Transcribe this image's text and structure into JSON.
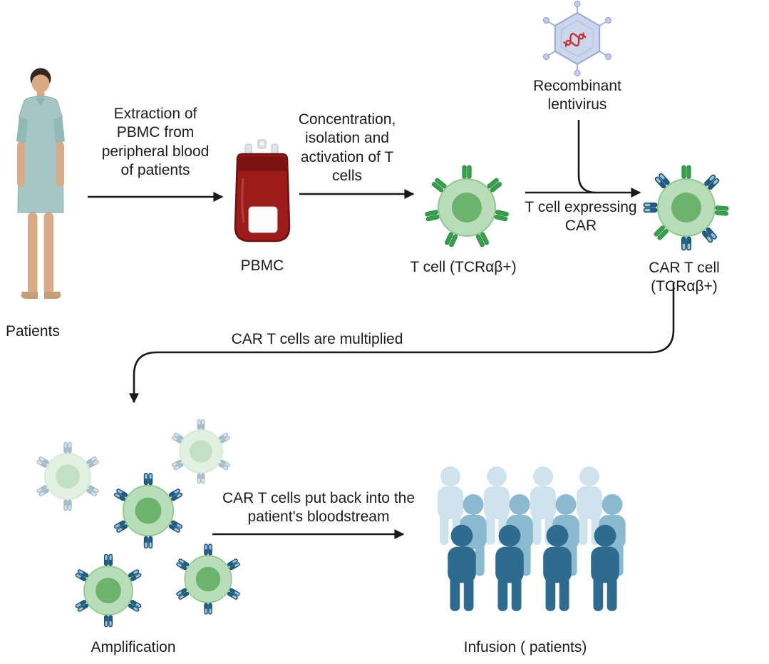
{
  "figure": {
    "type": "process-diagram",
    "topic": "CAR T cell therapy workflow"
  },
  "labels": {
    "patients": "Patients",
    "extraction_step": "Extraction of\nPBMC from\nperipheral blood\nof patients",
    "pbmc": "PBMC",
    "isolation_step": "Concentration,\nisolation and\nactivation of T\ncells",
    "t_cell": "T cell (TCRαβ+)",
    "recombinant_lentivirus": "Recombinant\nlentivirus",
    "t_cell_expressing_car": "T cell expressing\nCAR",
    "car_t_cell": "CAR T cell (TCRαβ+)",
    "multiplied_step": "CAR T cells are multiplied",
    "put_back_step": "CAR T cells put back into the\npatient's bloodstream",
    "amplification": "Amplification",
    "infusion": "Infusion ( patients)"
  },
  "icons": {
    "patient-figure": "standing patient wearing hospital gown",
    "blood-bag-icon": "red blood collection bag with white label",
    "t-cell-icon": "green T cell with green TCR receptor pairs",
    "lentivirus-icon": "hexagonal lentivirus capsid with red RNA and spikes",
    "car-t-cell-icon": "T cell with green TCR and blue CAR receptor pairs",
    "amplification-cells-icon": "cluster of multiplied CAR T cells, some faded",
    "infusion-crowd-icon": "crowd of patient silhouettes in shades of blue"
  },
  "colors": {
    "arrow": "#1a1a1a",
    "text": "#1c1c1c",
    "cell_body": "#b9dcb9",
    "cell_nucleus": "#6db36d",
    "tcr_green": "#35a14b",
    "car_blue": "#1e5d86",
    "blood_red": "#9c1b1b",
    "gown_teal": "#a6c5c5",
    "skin": "#d8ab86",
    "virus_lavender": "#cdd5ec",
    "virus_rna_red": "#c23333",
    "crowd_light": "#cfe3ed",
    "crowd_medium": "#8bb9d0",
    "crowd_dark": "#2e6b8f"
  }
}
